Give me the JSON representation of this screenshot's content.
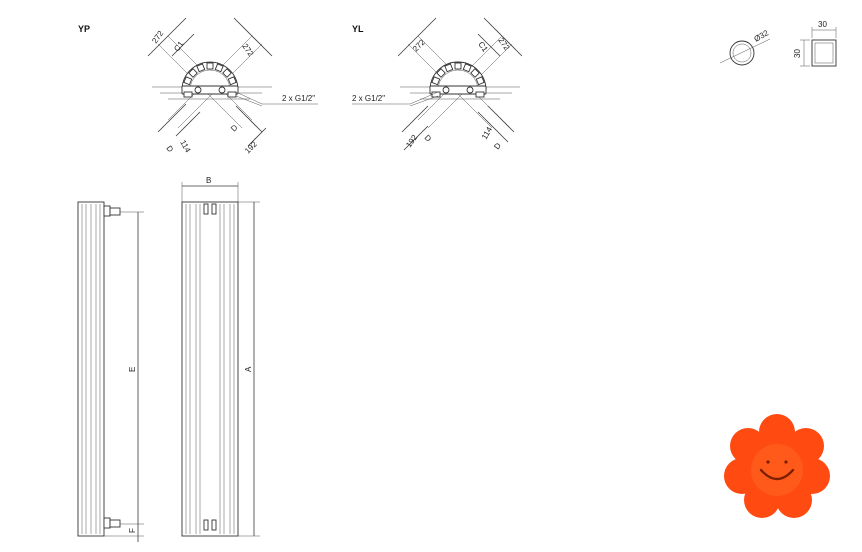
{
  "views": {
    "yp": {
      "title": "YP",
      "dim_a": "272",
      "dim_b": "272",
      "dim_c1": "C1",
      "dim_d1": "D",
      "dim_d2": "D",
      "dim_114": "114",
      "dim_192": "192",
      "connection": "2 x G1/2\""
    },
    "yl": {
      "title": "YL",
      "dim_a": "272",
      "dim_b": "272",
      "dim_c1": "C1",
      "dim_d1": "D",
      "dim_d2": "D",
      "dim_114": "114",
      "dim_192": "192",
      "connection": "2 x G1/2\""
    }
  },
  "profiles": {
    "round_dia": "Ø32",
    "square_w": "30",
    "square_h": "30"
  },
  "elevation": {
    "dim_e": "E",
    "dim_f": "F",
    "dim_b": "B",
    "dim_a": "A"
  },
  "logo": {
    "name": "smiling-flower-logo",
    "petal_color": "#ff4a12",
    "face_color": "#ff5a1a",
    "feature_color": "#7a1e00"
  }
}
